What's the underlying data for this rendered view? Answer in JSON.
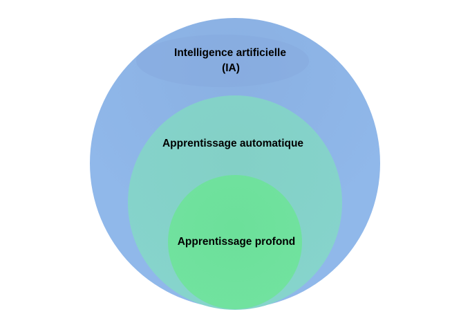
{
  "diagram": {
    "type": "nested-venn",
    "colors": {
      "outer": "#8db3e6",
      "middle": "#84d3c8",
      "inner": "#6fe09c"
    },
    "outer": {
      "label_line1": "Intelligence artificielle",
      "label_line2": "(IA)"
    },
    "middle": {
      "label": "Apprentissage automatique"
    },
    "inner": {
      "label": "Apprentissage profond"
    }
  }
}
